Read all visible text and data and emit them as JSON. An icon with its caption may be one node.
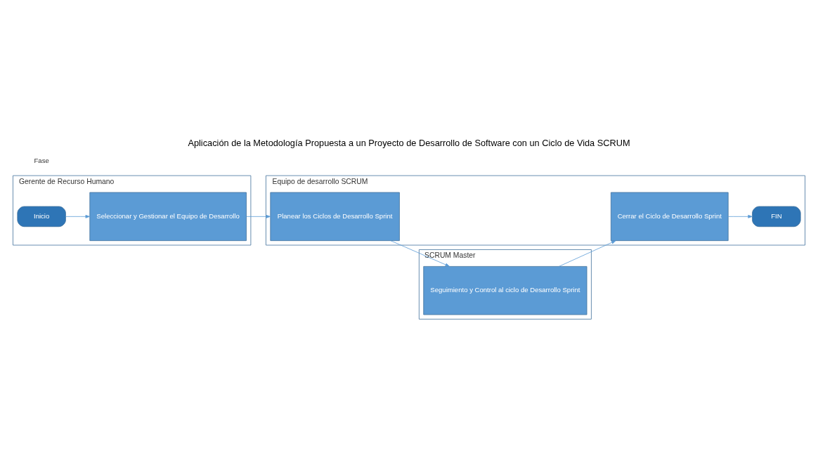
{
  "diagram": {
    "title": "Aplicación de la Metodología Propuesta a un Proyecto de Desarrollo de Software con un Ciclo de Vida SCRUM",
    "nodes": [
      {
        "text": [
          "Gerente de Recurso Humano"
        ]
      },
      {
        "text": [
          "Inicio"
        ],
        "in": 0
      },
      {
        "text": [
          "Seleccionar y Gestionar el Equipo de Desarrollo"
        ],
        "in": 0
      },
      {
        "text": [
          "Equipo de desarrollo SCRUM"
        ]
      },
      {
        "text": [
          "Planear los Ciclos de Desarrollo Sprint"
        ],
        "in": 3
      },
      {
        "text": [
          "Cerrar el Ciclo de Desarrollo Sprint"
        ],
        "in": 3
      },
      {
        "text": [
          "FIN"
        ],
        "in": 3
      },
      {
        "text": [
          "SCRUM Master"
        ]
      },
      {
        "text": [
          "Seguimiento y Control al ciclo de Desarrollo Sprint"
        ],
        "in": 7
      }
    ],
    "edges": [
      {
        "from": 1,
        "to": 2,
        "arrow": "to"
      },
      {
        "from": 2,
        "to": 4,
        "arrow": "to"
      },
      {
        "from": 4,
        "to": 8,
        "arrow": "to"
      },
      {
        "from": 8,
        "to": 5,
        "arrow": "to"
      },
      {
        "from": 5,
        "to": 6,
        "arrow": "to"
      }
    ],
    "labels": [
      "Fase"
    ]
  }
}
